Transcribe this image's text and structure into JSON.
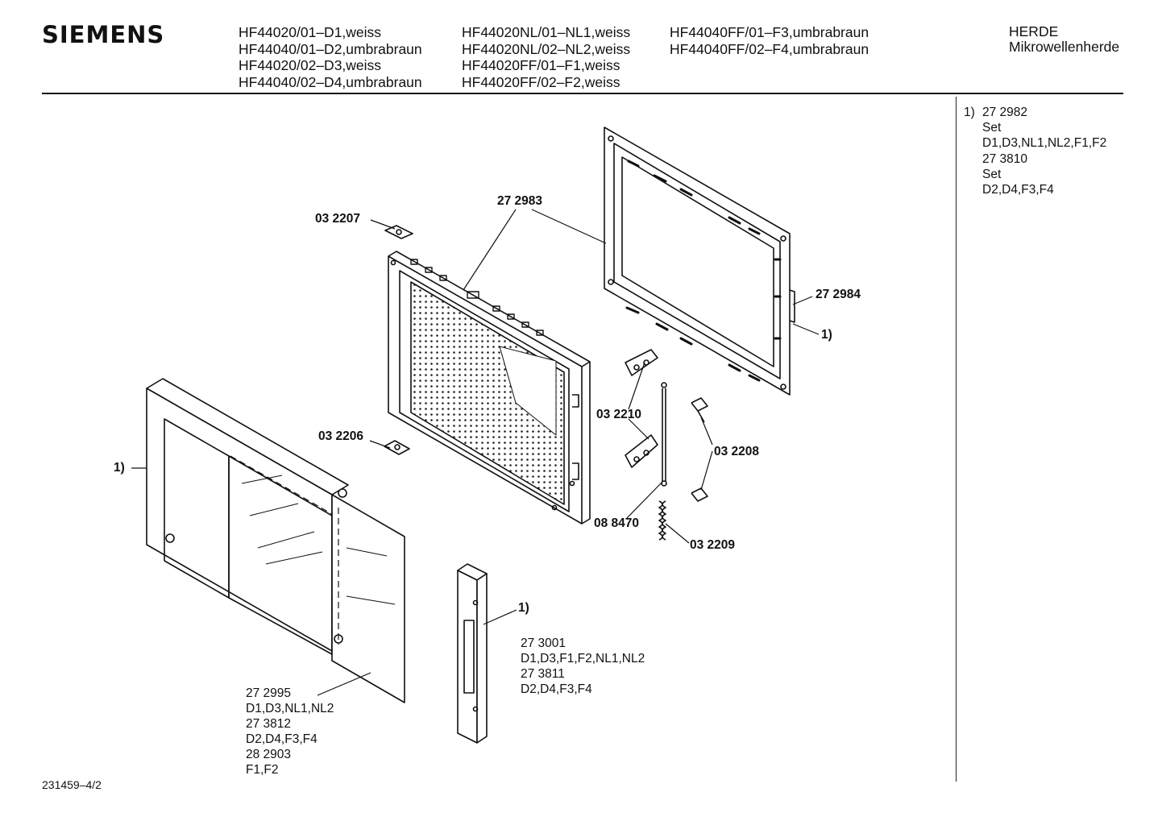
{
  "header": {
    "brand": "SIEMENS",
    "models": [
      [
        "HF44020/01–D1,weiss",
        "HF44040/01–D2,umbrabraun",
        "HF44020/02–D3,weiss",
        "HF44040/02–D4,umbrabraun"
      ],
      [
        "HF44020NL/01–NL1,weiss",
        "HF44020NL/02–NL2,weiss",
        "HF44020FF/01–F1,weiss",
        "HF44020FF/02–F2,weiss"
      ],
      [
        "HF44040FF/01–F3,umbrabraun",
        "HF44040FF/02–F4,umbrabraun"
      ]
    ],
    "category": "HERDE",
    "subcategory": "Mikrowellenherde"
  },
  "sidenote": {
    "key": "1)",
    "lines": [
      "27 2982",
      "Set",
      "D1,D3,NL1,NL2,F1,F2",
      "27 3810",
      "Set",
      "D2,D4,F3,F4"
    ]
  },
  "labels": {
    "p0322207": "03 2207",
    "p272983": "27 2983",
    "p272984": "27 2984",
    "ref_frame": "1)",
    "p032210": "03 2210",
    "p032206": "03 2206",
    "p032208": "03 2208",
    "ref_door": "1)",
    "p088470": "08 8470",
    "p032209": "03 2209",
    "ref_handle": "1)"
  },
  "handle_parts": [
    "27 3001",
    "D1,D3,F1,F2,NL1,NL2",
    "27 3811",
    "D2,D4,F3,F4"
  ],
  "door_parts": [
    "27 2995",
    "D1,D3,NL1,NL2",
    "27 3812",
    "D2,D4,F3,F4",
    "28 2903",
    "F1,F2"
  ],
  "footer": {
    "drawing_id": "231459–4/2"
  }
}
